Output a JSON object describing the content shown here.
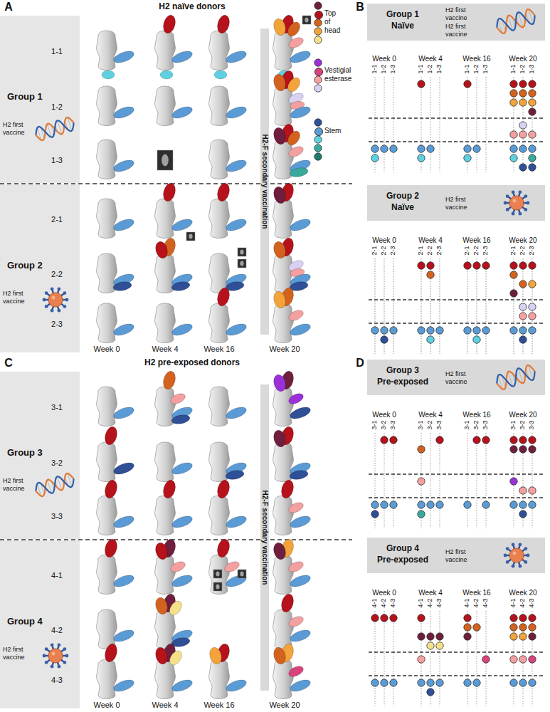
{
  "diagram": {
    "nodes": [
      {
        "text": [
          "Group 1",
          "H2 first vaccine"
        ]
      },
      {
        "text": [
          "Group 2",
          "H2 first vaccine"
        ]
      },
      {
        "text": [
          "Group 1",
          "Naïve",
          "H2 first vaccine",
          "H2 first vaccine"
        ]
      },
      {
        "text": [
          "Group 2",
          "Naïve",
          "H2 first vaccine"
        ]
      },
      {
        "text": [
          "Group 3",
          "H2 first vaccine"
        ]
      },
      {
        "text": [
          "Group 4",
          "H2 first vaccine"
        ]
      },
      {
        "text": [
          "Group 3",
          "Pre-exposed",
          "H2 first vaccine"
        ]
      },
      {
        "text": [
          "Group 4",
          "Pre-exposed",
          "H2 first vaccine"
        ]
      }
    ],
    "labels": [
      "A",
      "H2 naïve donors",
      "1-1",
      "1-2",
      "1-3",
      "2-1",
      "2-2",
      "2-3",
      "H2-F secondary vaccination",
      "Week 0",
      "Week 4",
      "Week 16",
      "Week 20",
      "B",
      "Week 0",
      "1-1",
      "1-2",
      "1-3",
      "Week 4",
      "1-1",
      "1-2",
      "1-3",
      "Week 16",
      "1-1",
      "1-2",
      "1-3",
      "Week 20",
      "1-1",
      "1-2",
      "1-3",
      "Week 0",
      "2-1",
      "2-2",
      "2-3",
      "Week 4",
      "2-1",
      "2-2",
      "2-3",
      "Week 16",
      "2-1",
      "2-2",
      "2-3",
      "Week 20",
      "2-1",
      "2-2",
      "2-3",
      "C",
      "H2 pre-exposed donors",
      "3-1",
      "3-2",
      "3-3",
      "4-1",
      "4-2",
      "4-3",
      "H2-F secondary vaccination",
      "Week 0",
      "Week 4",
      "Week 16",
      "Week 20",
      "D",
      "Week 0",
      "3-1",
      "3-2",
      "3-3",
      "Week 4",
      "3-1",
      "3-2",
      "3-3",
      "Week 16",
      "3-1",
      "3-2",
      "3-3",
      "Week 20",
      "3-1",
      "3-2",
      "3-3",
      "Week 0",
      "4-1",
      "4-2",
      "4-3",
      "Week 4",
      "4-1",
      "4-2",
      "4-3",
      "Week 16",
      "4-1",
      "4-2",
      "4-3",
      "Week 20",
      "4-1",
      "4-2",
      "4-3"
    ],
    "legend": [
      {
        "text": "Top of head",
        "color": "#b5121b"
      },
      {
        "text": "Vestigial esterase",
        "color": "#d8437c"
      },
      {
        "text": "Stem",
        "color": "#5b9bd5"
      }
    ]
  }
}
